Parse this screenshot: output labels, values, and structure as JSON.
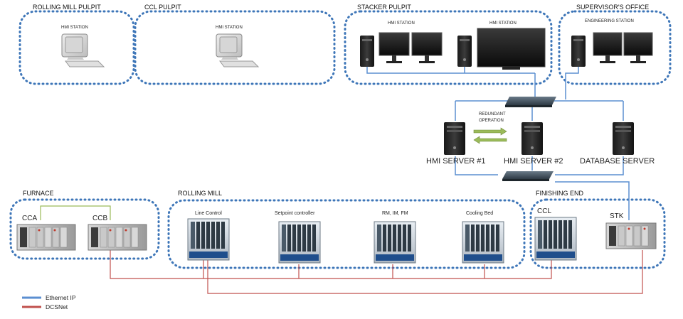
{
  "zones": {
    "rolling_mill_pulpit": "ROLLING MILL PULPIT",
    "ccl_pulpit": "CCL PULPIT",
    "stacker_pulpit": "STACKER PULPIT",
    "supervisors_office": "SUPERVISOR'S OFFICE",
    "furnace": "FURNACE",
    "rolling_mill": "ROLLING MILL",
    "finishing_end": "FINISHING END"
  },
  "stations": {
    "rm_hmi": "HMI STATION",
    "ccl_hmi": "HMI STATION",
    "stacker_hmi_1": "HMI STATION",
    "stacker_hmi_2": "HMI STATION",
    "engineering": "ENGINEERING STATION"
  },
  "servers": {
    "hmi1": "HMI SERVER #1",
    "hmi2": "HMI SERVER #2",
    "database": "DATABASE SERVER",
    "redundant_line1": "REDUNDANT",
    "redundant_line2": "OPERATION"
  },
  "controllers": {
    "cca": "CCA",
    "ccb": "CCB",
    "line_control": "Line Control",
    "setpoint": "Setpoint controller",
    "rm_im_fm": "RM, IM, FM",
    "cooling_bed": "Cooling Bed",
    "ccl": "CCL",
    "stk": "STK"
  },
  "legend": {
    "ethernet_label": "Ethernet IP",
    "dcsnet_label": "DCSNet"
  },
  "colors": {
    "ethernet": "#5b8fd1",
    "dcsnet": "#c0504d",
    "zone_border": "#3e76b8",
    "furnace_link": "#9bbb59"
  }
}
